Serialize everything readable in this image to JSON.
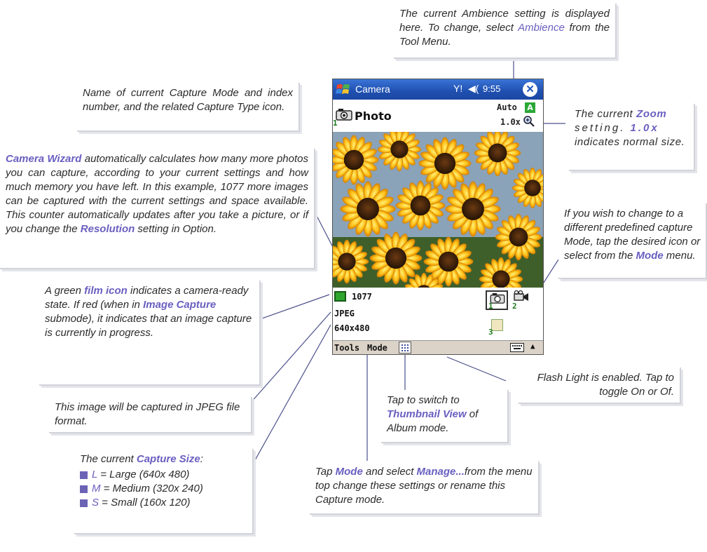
{
  "device": {
    "app_title": "Camera",
    "time": "9:55",
    "capture_mode_name": "Photo",
    "capture_mode_index": "1",
    "ambience_value": "Auto",
    "ambience_icon_letter": "A",
    "zoom_value": "1.0x",
    "shots_remaining": "1077",
    "file_format": "JPEG",
    "capture_size": "640x480",
    "mode_icon_labels": [
      "1",
      "2",
      "3"
    ],
    "menu": {
      "tools": "Tools",
      "mode": "Mode"
    },
    "icons": {
      "start": "windows-start-icon",
      "signal": "signal-icon",
      "volume": "speaker-icon",
      "close": "close-icon",
      "camera": "camera-icon",
      "zoom": "magnifier-icon",
      "film": "film-icon",
      "video": "video-camera-icon",
      "thumbnail": "thumbnail-grid-icon",
      "keyboard": "keyboard-icon"
    },
    "colors": {
      "titlebar": "#1f4fb0",
      "film_ready": "#2fa52f",
      "menubar": "#dcd3c8"
    }
  },
  "callouts": {
    "ambience": {
      "t1": "The current Ambience setting is displayed here. To change, select ",
      "em": "Ambience",
      "t2": " from the Tool Menu."
    },
    "capture_mode": {
      "text": "Name of current Capture Mode and index number, and the related Capture Type icon."
    },
    "zoom": {
      "t1": "The current ",
      "em1": "Zoom",
      "t2": " setting. ",
      "em2": "1.0x",
      "t3": " indicates normal size."
    },
    "wizard": {
      "em1": "Camera Wizard",
      "t1": " automatically calculates how many more photos you can capture, according to your current settings and how much memory you have left. In this example, 1077 more images can be captured with the current settings and space available. This counter automatically updates after you take a picture, or if you change the ",
      "em2": "Resolution",
      "t2": " setting in Option."
    },
    "predefined": {
      "t1": "If you wish to change to a different predefined capture Mode, tap the desired icon or select from the ",
      "em": "Mode",
      "t2": " menu."
    },
    "film": {
      "t1": "A green ",
      "em1": "film icon",
      "t2": " indicates a camera-ready state.  If red (when in ",
      "em2": "Image Capture",
      "t3": " submode), it indicates that an image capture is currently in progress."
    },
    "flash": {
      "text": "Flash Light is enabled. Tap to toggle On or Of."
    },
    "jpeg": {
      "text": "This image will be captured in JPEG file format."
    },
    "thumbnail": {
      "t1": "Tap to switch to ",
      "em": "Thumbnail View",
      "t2": " of Album mode."
    },
    "capture_size": {
      "t1": "The current ",
      "em": "Capture Size",
      "t2": ":",
      "items": [
        {
          "key": "L",
          "text": " = Large (640x 480)"
        },
        {
          "key": "M",
          "text": " = Medium (320x 240)"
        },
        {
          "key": "S",
          "text": " = Small (160x 120)"
        }
      ]
    },
    "mode_menu": {
      "t1": "Tap ",
      "em1": "Mode",
      "t2": " and select ",
      "em2": "Manage...",
      "t3": "from the menu top change these settings or rename this Capture mode."
    }
  }
}
